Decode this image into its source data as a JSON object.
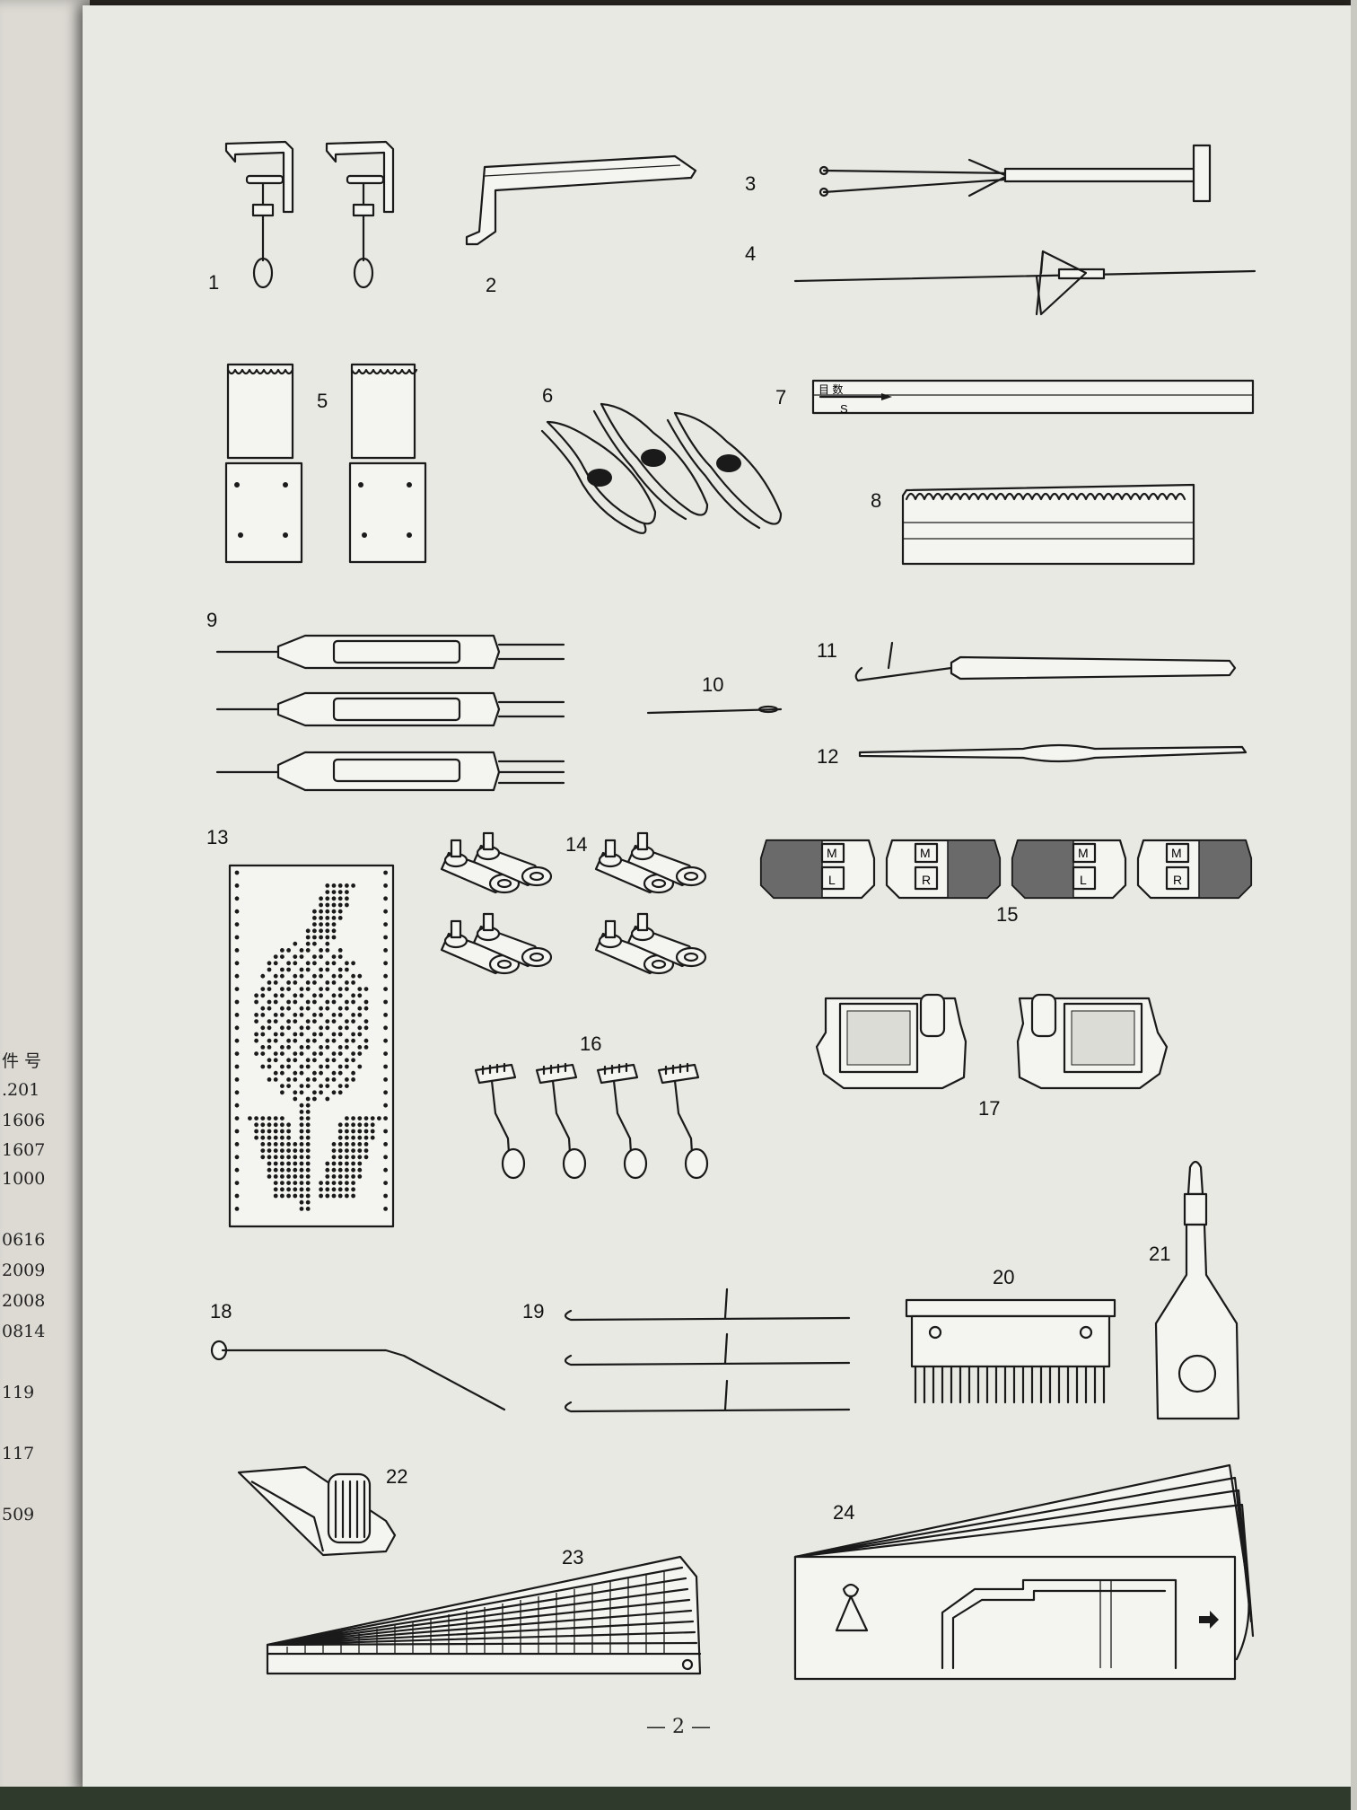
{
  "item_labels": [
    "1",
    "2",
    "3",
    "4",
    "5",
    "6",
    "7",
    "8",
    "9",
    "10",
    "11",
    "12",
    "13",
    "14",
    "15",
    "16",
    "17",
    "18",
    "19",
    "20",
    "21",
    "22",
    "23",
    "24"
  ],
  "ruler_text": {
    "top": "目 数",
    "bottom": "S"
  },
  "cam_labels": {
    "top": [
      "M",
      "M",
      "M",
      "M"
    ],
    "bottom": [
      "L",
      "R",
      "L",
      "R"
    ]
  },
  "side_page_text": [
    "件 号",
    ".201",
    "1606",
    "1607",
    "1000",
    "0616",
    "2009",
    "2008",
    "0814",
    "119",
    "117",
    "509"
  ],
  "page_number": "— 2 —",
  "icons": [
    "table-clamp",
    "clamp-bracket",
    "yarn-tension-unit",
    "tension-arm",
    "claw-weight",
    "cast-on-comb-cord",
    "row-scale-ruler",
    "cast-on-comb",
    "transfer-tool",
    "darning-needle",
    "latch-tool",
    "crochet-hook",
    "punch-card",
    "holding-weights",
    "cams",
    "sinker-brushes",
    "bobbin-holders",
    "wire-tool",
    "transfer-hooks",
    "brush",
    "oil-bottle",
    "tension-nut",
    "knit-gauge",
    "pattern-sheet"
  ]
}
